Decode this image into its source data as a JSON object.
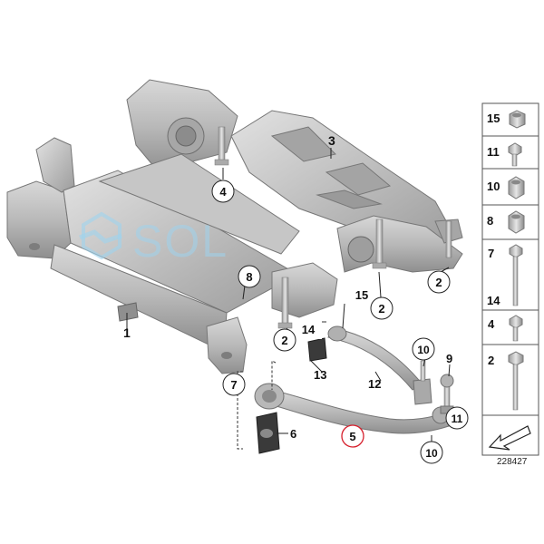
{
  "watermark": "SOL",
  "reference_number": "228427",
  "callouts": {
    "c1": "1",
    "c2a": "2",
    "c2b": "2",
    "c2c": "2",
    "c3": "3",
    "c4": "4",
    "c5": "5",
    "c6": "6",
    "c7": "7",
    "c8": "8",
    "c9": "9",
    "c10a": "10",
    "c10b": "10",
    "c11": "11",
    "c12": "12",
    "c13": "13",
    "c14": "14",
    "c15": "15"
  },
  "sidebar": [
    "15",
    "11",
    "10",
    "8",
    "7",
    "14",
    "4",
    "2"
  ],
  "colors": {
    "part": "#bdbdbd",
    "part_dark": "#8e8e8e",
    "highlight_circle": "#d61f2c",
    "watermark": "#9fd3ee"
  }
}
